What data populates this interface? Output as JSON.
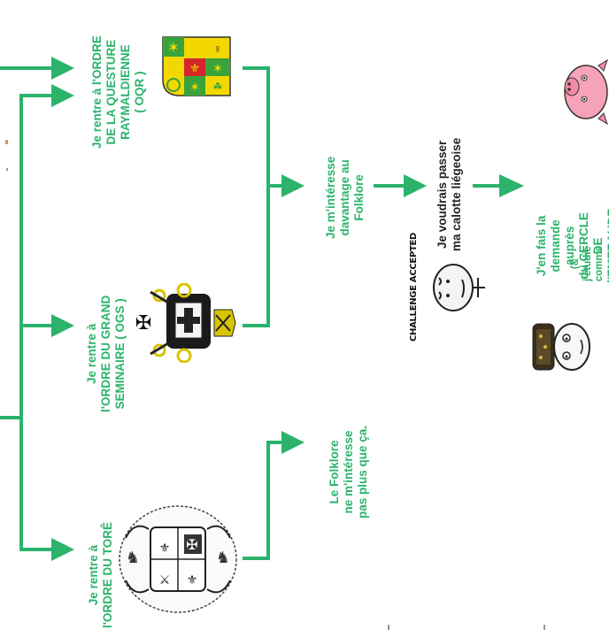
{
  "colors": {
    "accent": "#2bb36b",
    "text_dark": "#222222"
  },
  "nodes": {
    "oqr": "Je rentre à l'ORDRE\nDE LA QUESTURE\nRAYMALDIENNE\n( OQR )",
    "ogs": "Je rentre à\nl'ORDRE DU GRAND\nSEMINAIRE ( OGS )",
    "tore": "Je rentre à\nl'ORDRE DU TORÊ",
    "folklore_more": "Je m'intéresse\ndavantage au\nFolklore",
    "folklore_less": "Le Folklore\nne m'intéresse\npas plus que ça.",
    "calotte": "Je voudrais passer\nma calotte liégeoise",
    "emeraude": "J'en fais la demande auprès\ndu CERCLE DE l'EMERAUDE",
    "porc": "(& j'étudie comme un porc\nen espérant y arriver)",
    "challenge": "CHALLENGE ACCEPTED"
  },
  "icons": {
    "oqr_crest": "shield-crest-icon",
    "ogs_crest": "ornate-crest-icon",
    "tore_crest": "coat-of-arms-icon",
    "pig": "pig-icon",
    "challenge_face": "meme-face-icon",
    "student_face": "student-face-icon"
  }
}
